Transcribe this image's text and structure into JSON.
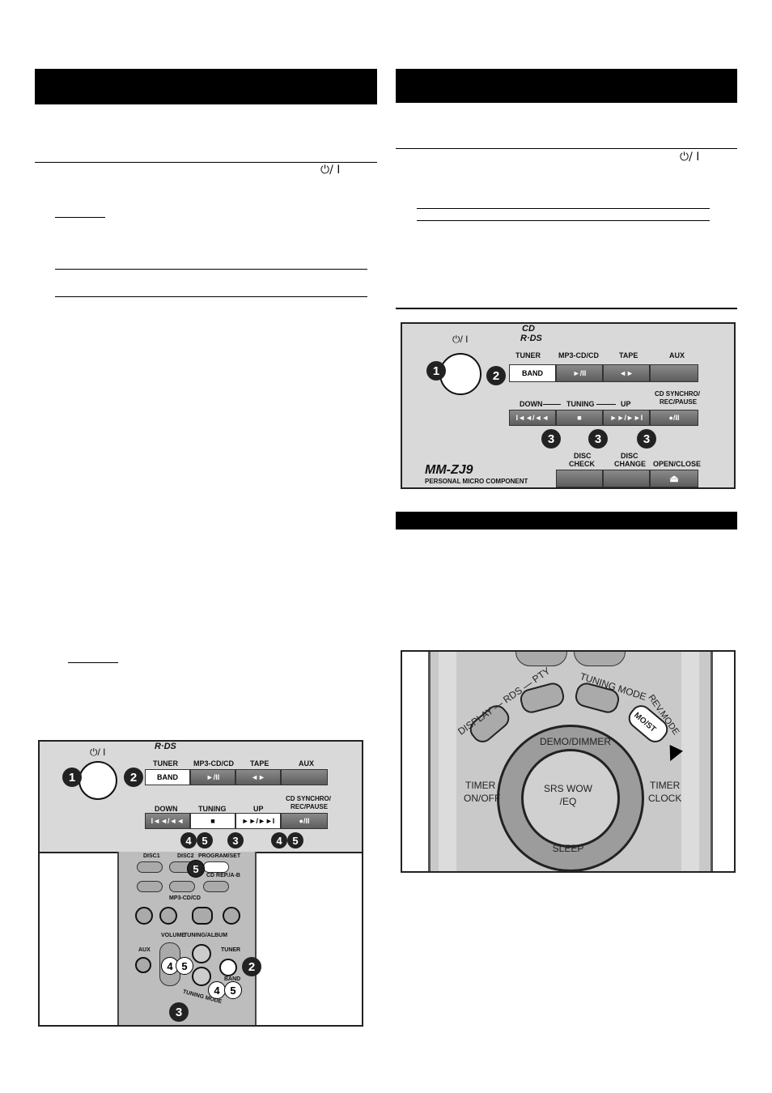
{
  "left_column": {
    "power_symbol": "⏻/ I"
  },
  "right_column": {
    "power_symbol": "⏻/ I"
  },
  "top_panel": {
    "power_label": "⏻/ I",
    "logo_cd": "CD",
    "logo_rds": "R·DS",
    "tuner_label": "TUNER",
    "mp3_label": "MP3-CD/CD",
    "tape_label": "TAPE",
    "aux_label": "AUX",
    "band_button": "BAND",
    "play_button": "►/II",
    "tape_button": "◄►",
    "down_label": "DOWN",
    "tuning_label": "TUNING",
    "up_label": "UP",
    "cd_synchro_label_1": "CD SYNCHRO/",
    "cd_synchro_label_2": "REC/PAUSE",
    "prev_button": "I◄◄/◄◄",
    "stop_button": "■",
    "next_button": "►►/►►I",
    "rec_button": "●/II",
    "disc_check_1": "DISC",
    "disc_check_2": "CHECK",
    "disc_change_1": "DISC",
    "disc_change_2": "CHANGE",
    "open_close": "OPEN/CLOSE",
    "eject_symbol": "⏏",
    "model_name": "MM-ZJ9",
    "model_subtitle": "PERSONAL MICRO COMPONENT",
    "callouts": [
      "1",
      "2",
      "3",
      "3",
      "3"
    ]
  },
  "remote_panel": {
    "display_rds_pty": "DISPLAY — RDS — PTY",
    "tuning_mode": "TUNING MODE",
    "rev_mode": "REV.MODE",
    "mo_st": "MO/ST",
    "demo_dimmer": "DEMO/DIMMER",
    "timer_onoff_1": "TIMER",
    "timer_onoff_2": "ON/OFF",
    "srs_wow_1": "SRS  WOW",
    "srs_wow_2": "/EQ",
    "timer_clock_1": "TIMER",
    "timer_clock_2": "CLOCK",
    "sleep": "SLEEP"
  },
  "bottom_panel": {
    "power_label": "⏻/ I",
    "logo_rds": "R·DS",
    "tuner_label": "TUNER",
    "mp3_label": "MP3-CD/CD",
    "tape_label": "TAPE",
    "aux_label": "AUX",
    "band_button": "BAND",
    "play_button": "►/II",
    "tape_button": "◄►",
    "down_label": "DOWN",
    "tuning_label": "TUNING",
    "up_label": "UP",
    "cd_synchro_label_1": "CD SYNCHRO/",
    "cd_synchro_label_2": "REC/PAUSE",
    "prev_button": "I◄◄/◄◄",
    "stop_button": "■",
    "next_button": "►►/►►I",
    "rec_button": "●/II",
    "remote_disc1": "DISC1",
    "remote_disc2": "DISC2",
    "remote_program": "PROGRAM/SET",
    "remote_cd_rep": "CD REP./A-B",
    "remote_mp3": "MP3-CD/CD",
    "remote_aux": "AUX",
    "remote_volume": "VOLUME",
    "remote_tuning_album": "TUNING/ALBUM",
    "remote_tuner_band_1": "TUNER",
    "remote_tuner_band_2": "BAND",
    "remote_tuning_mode": "TUNING MODE",
    "callouts_front": [
      "1",
      "2",
      "4",
      "5",
      "3",
      "4",
      "5"
    ],
    "callouts_remote": [
      "5",
      "4",
      "5",
      "2",
      "4",
      "5",
      "3"
    ]
  }
}
